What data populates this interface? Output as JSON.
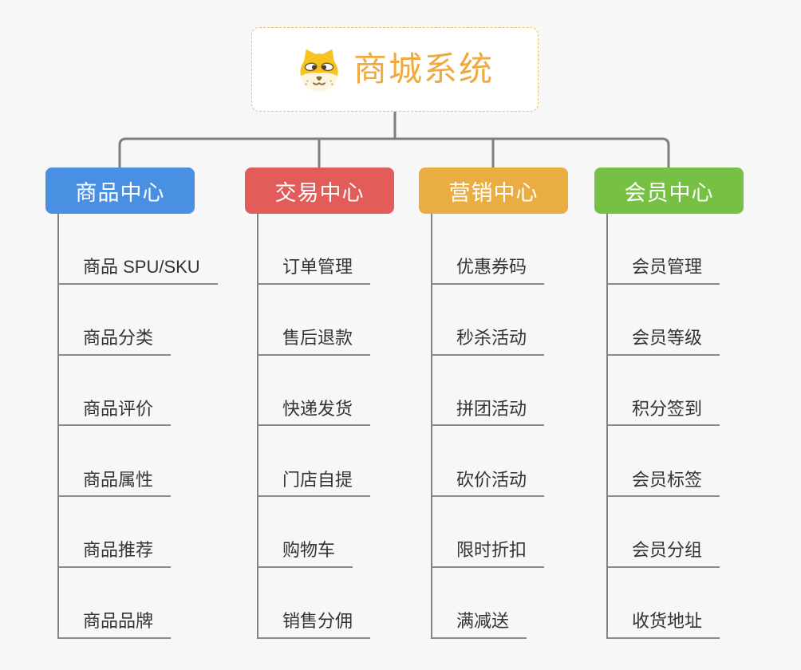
{
  "root": {
    "title": "商城系统",
    "icon": "shiba-dog-icon"
  },
  "branches": [
    {
      "label": "商品中心",
      "color": "#4a90e2",
      "items": [
        "商品 SPU/SKU",
        "商品分类",
        "商品评价",
        "商品属性",
        "商品推荐",
        "商品品牌"
      ]
    },
    {
      "label": "交易中心",
      "color": "#e25c5a",
      "items": [
        "订单管理",
        "售后退款",
        "快递发货",
        "门店自提",
        "购物车",
        "销售分佣"
      ]
    },
    {
      "label": "营销中心",
      "color": "#eaad41",
      "items": [
        "优惠券码",
        "秒杀活动",
        "拼团活动",
        "砍价活动",
        "限时折扣",
        "满减送"
      ]
    },
    {
      "label": "会员中心",
      "color": "#76c144",
      "items": [
        "会员管理",
        "会员等级",
        "积分签到",
        "会员标签",
        "会员分组",
        "收货地址"
      ]
    }
  ],
  "style": {
    "canvas_background": "#f7f7f7",
    "connector_color": "#7e7e7e",
    "leaf_line_color": "#8a8a8a",
    "root_border_color": "#f0be6a",
    "root_title_color": "#efa93f",
    "leaf_text_color": "#333333"
  }
}
